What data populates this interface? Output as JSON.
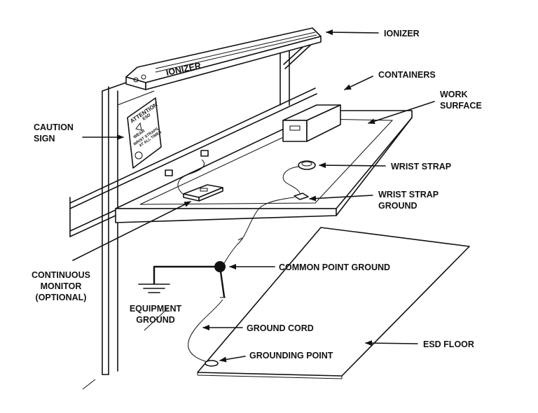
{
  "labels": {
    "ionizer": "IONIZER",
    "ionizer_bar": "IONIZER",
    "containers": "CONTAINERS",
    "work_surface_1": "WORK",
    "work_surface_2": "SURFACE",
    "caution_sign_1": "CAUTION",
    "caution_sign_2": "SIGN",
    "wrist_strap": "WRIST STRAP",
    "wrist_strap_ground_1": "WRIST STRAP",
    "wrist_strap_ground_2": "GROUND",
    "continuous_monitor_1": "CONTINUOUS",
    "continuous_monitor_2": "MONITOR",
    "continuous_monitor_3": "(OPTIONAL)",
    "common_point_ground": "COMMON POINT GROUND",
    "equipment_ground_1": "EQUIPMENT",
    "equipment_ground_2": "GROUND",
    "ground_cord": "GROUND CORD",
    "grounding_point": "GROUNDING POINT",
    "esd_floor": "ESD FLOOR"
  },
  "sign": {
    "line1": "ATTENTION",
    "line2": "ESD",
    "line3": "WEAR",
    "line4": "WRIST STRAPS",
    "line5": "AT ALL TIMES"
  },
  "colors": {
    "ink": "#111111",
    "paper": "#ffffff"
  }
}
